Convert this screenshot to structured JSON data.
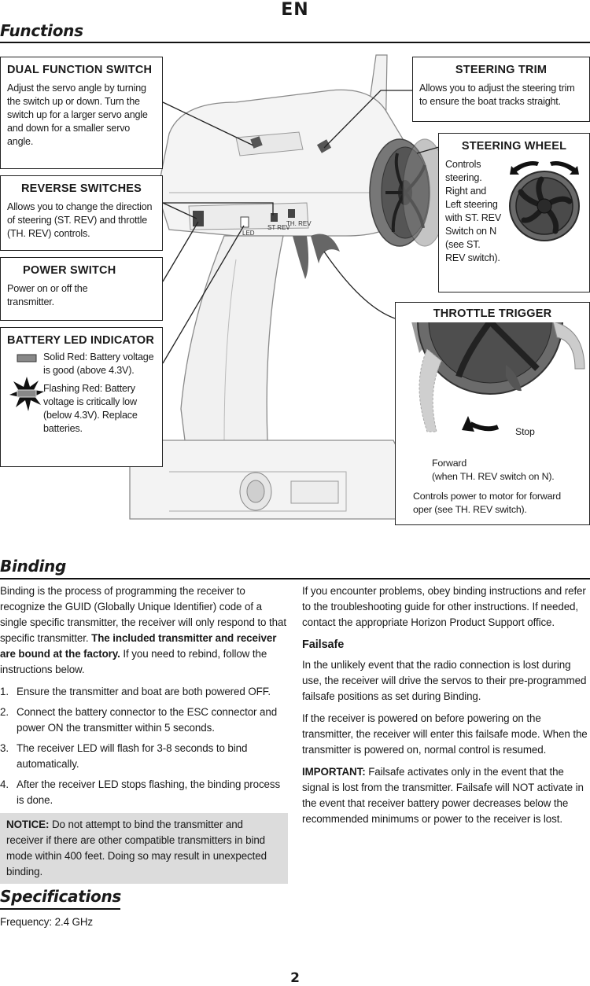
{
  "header": {
    "language": "EN"
  },
  "functions": {
    "title": "Functions",
    "dual_function_switch": {
      "title": "DUAL FUNCTION SWITCH",
      "text": "Adjust the servo angle by turning the switch up or down. Turn the switch up for a larger servo angle and down for a smaller servo angle."
    },
    "reverse_switches": {
      "title": "REVERSE SWITCHES",
      "text": "Allows you to change the direction of steering (ST. REV) and throttle (TH. REV) controls."
    },
    "power_switch": {
      "title": "POWER SWITCH",
      "text": "Power on or off the transmitter."
    },
    "battery_led": {
      "title": "BATTERY LED INDICATOR",
      "solid": "Solid Red: Battery voltage is good (above 4.3V).",
      "flashing": "Flashing Red: Battery voltage is critically low (below 4.3V). Replace batteries."
    },
    "steering_trim": {
      "title": "STEERING TRIM",
      "text": "Allows you to adjust the steering trim to ensure the boat tracks straight."
    },
    "steering_wheel": {
      "title": "STEERING WHEEL",
      "text": "Controls steering. Right and Left steering with ST. REV Switch on N (see ST. REV switch)."
    },
    "throttle_trigger": {
      "title": "THROTTLE TRIGGER",
      "stop_label": "Stop",
      "forward_label": "Forward",
      "forward_note": "(when TH. REV switch on N).",
      "text": "Controls power to motor for forward oper (see TH. REV switch)."
    },
    "transmitter_labels": {
      "led": "LED",
      "st_rev": "ST REV",
      "th_rev": "TH. REV"
    }
  },
  "binding": {
    "title": "Binding",
    "intro_plain": "Binding is the process of programming the receiver to recognize the GUID (Globally Unique Identifier) code of a single specific transmitter, the receiver will only respond to that specific transmitter. ",
    "intro_bold": "The included transmitter and receiver are bound at the factory.",
    "intro_tail": " If you need to rebind, follow the instructions below.",
    "steps": [
      {
        "num": "1.",
        "text": "Ensure the transmitter and boat are both powered OFF."
      },
      {
        "num": "2.",
        "text": "Connect the battery connector to the ESC connector and power ON the transmitter within 5 seconds."
      },
      {
        "num": "3.",
        "text": "The receiver LED will flash for 3-8 seconds to bind automatically."
      },
      {
        "num": "4.",
        "text": "After the receiver LED stops flashing, the binding process is done."
      }
    ],
    "notice_label": "NOTICE:",
    "notice_text": " Do not attempt to bind the transmitter and receiver if there are other compatible transmitters in bind mode within 400 feet. Doing so may result in unexpected binding.",
    "right_intro": "If you encounter problems, obey binding instructions and refer to the troubleshooting guide for other instructions. If needed, contact the appropriate Horizon Product Support office.",
    "failsafe_title": "Failsafe",
    "failsafe_p1": "In the unlikely event that the radio connection is lost during use, the receiver will drive the servos to their pre-programmed failsafe positions as set during Binding.",
    "failsafe_p2": "If the receiver is powered on before powering on the transmitter, the receiver will enter this failsafe mode. When the transmitter is powered on, normal control is resumed.",
    "important_label": "IMPORTANT:",
    "important_text": " Failsafe activates only in the event that the signal is lost from the transmitter. Failsafe will NOT activate in the event that receiver battery power decreases below the recommended minimums or power to the receiver is lost."
  },
  "specifications": {
    "title": "Specifications",
    "frequency": "Frequency: 2.4 GHz"
  },
  "footer": {
    "page_number": "2"
  }
}
